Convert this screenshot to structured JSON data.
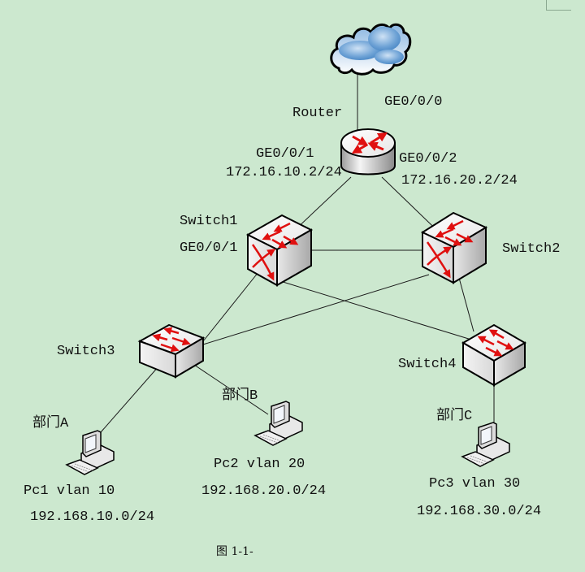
{
  "colors": {
    "background": "#cce8cf",
    "arrow": "#e01010",
    "cloud": "#5b93cc",
    "line": "#1a1a1a"
  },
  "devices": {
    "cloud": {
      "name": "Internet",
      "icon": "cloud-icon"
    },
    "router": {
      "label": "Router",
      "icon": "router-icon"
    },
    "switch1": {
      "label": "Switch1",
      "port": "GE0/0/1",
      "icon": "switch-core-icon"
    },
    "switch2": {
      "label": "Switch2",
      "icon": "switch-core-icon"
    },
    "switch3": {
      "label": "Switch3",
      "icon": "switch-access-icon"
    },
    "switch4": {
      "label": "Switch4",
      "icon": "switch-access-icon"
    },
    "pc1": {
      "dept": "部门A",
      "label": "Pc1 vlan 10",
      "subnet": "192.168.10.0/24",
      "icon": "pc-icon"
    },
    "pc2": {
      "dept": "部门B",
      "label": "Pc2 vlan 20",
      "subnet": "192.168.20.0/24",
      "icon": "pc-icon"
    },
    "pc3": {
      "dept": "部门C",
      "label": "Pc3 vlan 30",
      "subnet": "192.168.30.0/24",
      "icon": "pc-icon"
    }
  },
  "router_ports": {
    "ge0": {
      "name": "GE0/0/0"
    },
    "ge1": {
      "name": "GE0/0/1",
      "ip": "172.16.10.2/24"
    },
    "ge2": {
      "name": "GE0/0/2",
      "ip": "172.16.20.2/24"
    }
  },
  "links": [
    [
      "cloud",
      "router"
    ],
    [
      "router",
      "switch1"
    ],
    [
      "router",
      "switch2"
    ],
    [
      "switch1",
      "switch2"
    ],
    [
      "switch1",
      "switch3"
    ],
    [
      "switch1",
      "switch4"
    ],
    [
      "switch2",
      "switch3"
    ],
    [
      "switch2",
      "switch4"
    ],
    [
      "switch3",
      "pc1"
    ],
    [
      "switch3",
      "pc2"
    ],
    [
      "switch4",
      "pc3"
    ]
  ],
  "caption": "图 1-1-"
}
